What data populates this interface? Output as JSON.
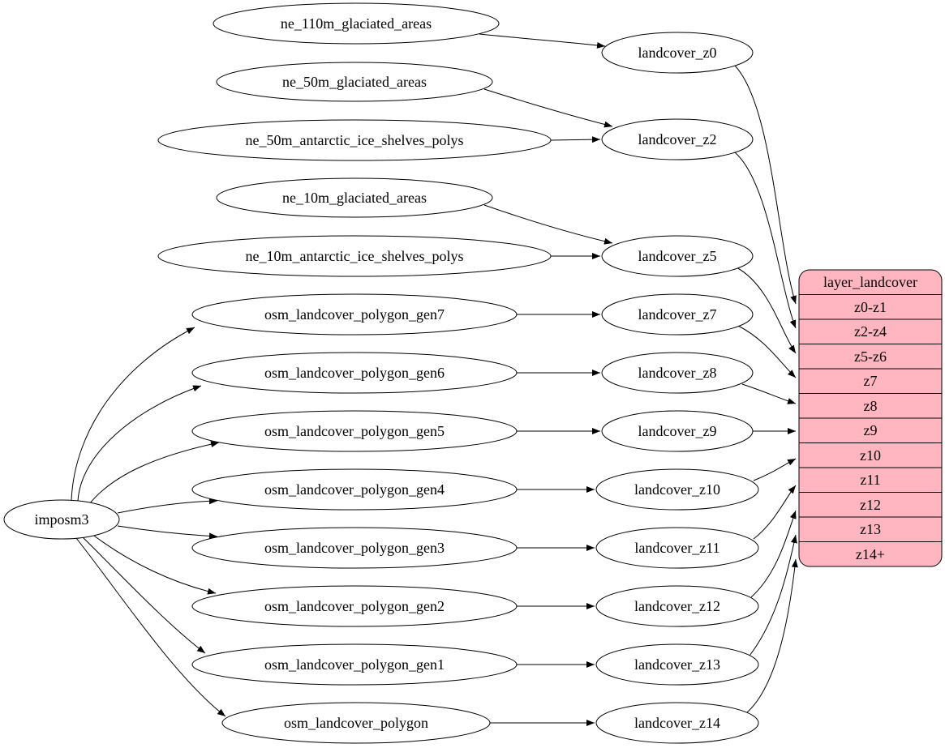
{
  "diagram": {
    "type": "graphviz-dependency-graph",
    "colors": {
      "background": "#ffffff",
      "node_fill": "#ffffff",
      "node_stroke": "#000000",
      "edge_color": "#000000",
      "record_fill": "#ffb6c1"
    },
    "nodes": {
      "imposm3": {
        "label": "imposm3"
      },
      "ne_110m_glaciated_areas": {
        "label": "ne_110m_glaciated_areas"
      },
      "ne_50m_glaciated_areas": {
        "label": "ne_50m_glaciated_areas"
      },
      "ne_50m_antarctic_ice_shelves_polys": {
        "label": "ne_50m_antarctic_ice_shelves_polys"
      },
      "ne_10m_glaciated_areas": {
        "label": "ne_10m_glaciated_areas"
      },
      "ne_10m_antarctic_ice_shelves_polys": {
        "label": "ne_10m_antarctic_ice_shelves_polys"
      },
      "osm_landcover_polygon_gen7": {
        "label": "osm_landcover_polygon_gen7"
      },
      "osm_landcover_polygon_gen6": {
        "label": "osm_landcover_polygon_gen6"
      },
      "osm_landcover_polygon_gen5": {
        "label": "osm_landcover_polygon_gen5"
      },
      "osm_landcover_polygon_gen4": {
        "label": "osm_landcover_polygon_gen4"
      },
      "osm_landcover_polygon_gen3": {
        "label": "osm_landcover_polygon_gen3"
      },
      "osm_landcover_polygon_gen2": {
        "label": "osm_landcover_polygon_gen2"
      },
      "osm_landcover_polygon_gen1": {
        "label": "osm_landcover_polygon_gen1"
      },
      "osm_landcover_polygon": {
        "label": "osm_landcover_polygon"
      },
      "landcover_z0": {
        "label": "landcover_z0"
      },
      "landcover_z2": {
        "label": "landcover_z2"
      },
      "landcover_z5": {
        "label": "landcover_z5"
      },
      "landcover_z7": {
        "label": "landcover_z7"
      },
      "landcover_z8": {
        "label": "landcover_z8"
      },
      "landcover_z9": {
        "label": "landcover_z9"
      },
      "landcover_z10": {
        "label": "landcover_z10"
      },
      "landcover_z11": {
        "label": "landcover_z11"
      },
      "landcover_z12": {
        "label": "landcover_z12"
      },
      "landcover_z13": {
        "label": "landcover_z13"
      },
      "landcover_z14": {
        "label": "landcover_z14"
      }
    },
    "record": {
      "title": "layer_landcover",
      "rows": [
        "z0-z1",
        "z2-z4",
        "z5-z6",
        "z7",
        "z8",
        "z9",
        "z10",
        "z11",
        "z12",
        "z13",
        "z14+"
      ]
    },
    "edges": [
      {
        "from": "imposm3",
        "to": "osm_landcover_polygon_gen7"
      },
      {
        "from": "imposm3",
        "to": "osm_landcover_polygon_gen6"
      },
      {
        "from": "imposm3",
        "to": "osm_landcover_polygon_gen5"
      },
      {
        "from": "imposm3",
        "to": "osm_landcover_polygon_gen4"
      },
      {
        "from": "imposm3",
        "to": "osm_landcover_polygon_gen3"
      },
      {
        "from": "imposm3",
        "to": "osm_landcover_polygon_gen2"
      },
      {
        "from": "imposm3",
        "to": "osm_landcover_polygon_gen1"
      },
      {
        "from": "imposm3",
        "to": "osm_landcover_polygon"
      },
      {
        "from": "ne_110m_glaciated_areas",
        "to": "landcover_z0"
      },
      {
        "from": "ne_50m_glaciated_areas",
        "to": "landcover_z2"
      },
      {
        "from": "ne_50m_antarctic_ice_shelves_polys",
        "to": "landcover_z2"
      },
      {
        "from": "ne_10m_glaciated_areas",
        "to": "landcover_z5"
      },
      {
        "from": "ne_10m_antarctic_ice_shelves_polys",
        "to": "landcover_z5"
      },
      {
        "from": "osm_landcover_polygon_gen7",
        "to": "landcover_z7"
      },
      {
        "from": "osm_landcover_polygon_gen6",
        "to": "landcover_z8"
      },
      {
        "from": "osm_landcover_polygon_gen5",
        "to": "landcover_z9"
      },
      {
        "from": "osm_landcover_polygon_gen4",
        "to": "landcover_z10"
      },
      {
        "from": "osm_landcover_polygon_gen3",
        "to": "landcover_z11"
      },
      {
        "from": "osm_landcover_polygon_gen2",
        "to": "landcover_z12"
      },
      {
        "from": "osm_landcover_polygon_gen1",
        "to": "landcover_z13"
      },
      {
        "from": "osm_landcover_polygon",
        "to": "landcover_z14"
      },
      {
        "from": "landcover_z0",
        "to": "layer_landcover",
        "port": "z0-z1"
      },
      {
        "from": "landcover_z2",
        "to": "layer_landcover",
        "port": "z2-z4"
      },
      {
        "from": "landcover_z5",
        "to": "layer_landcover",
        "port": "z5-z6"
      },
      {
        "from": "landcover_z7",
        "to": "layer_landcover",
        "port": "z7"
      },
      {
        "from": "landcover_z8",
        "to": "layer_landcover",
        "port": "z8"
      },
      {
        "from": "landcover_z9",
        "to": "layer_landcover",
        "port": "z9"
      },
      {
        "from": "landcover_z10",
        "to": "layer_landcover",
        "port": "z10"
      },
      {
        "from": "landcover_z11",
        "to": "layer_landcover",
        "port": "z11"
      },
      {
        "from": "landcover_z12",
        "to": "layer_landcover",
        "port": "z12"
      },
      {
        "from": "landcover_z13",
        "to": "layer_landcover",
        "port": "z13"
      },
      {
        "from": "landcover_z14",
        "to": "layer_landcover",
        "port": "z14+"
      }
    ]
  }
}
